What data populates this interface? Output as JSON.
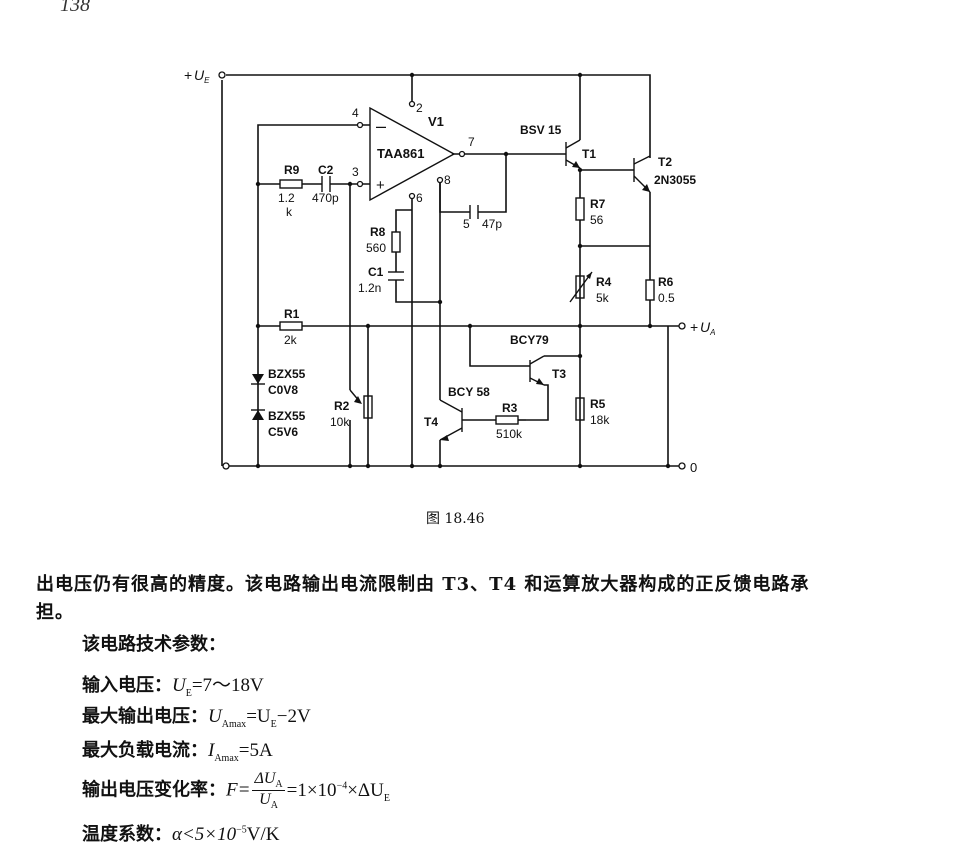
{
  "page_number": "138",
  "circuit": {
    "labels": {
      "ue": "U",
      "ue_sub": "E",
      "ua": "U",
      "ua_sub": "A",
      "ground": "0",
      "plus": "+",
      "minus": "–",
      "opamp": "TAA861",
      "v1": "V1",
      "pin2": "2",
      "pin3": "3",
      "pin4": "4",
      "pin5": "5",
      "pin6": "6",
      "pin7": "7",
      "pin8": "8",
      "r9": "R9",
      "r9_val_a": "1.2",
      "r9_val_b": "k",
      "c2": "C2",
      "c2_val": "470p",
      "r8": "R8",
      "r8_val": "560",
      "c1": "C1",
      "c1_val": "1.2n",
      "c47": "47p",
      "bsv15": "BSV 15",
      "t1": "T1",
      "t2": "T2",
      "t2_type": "2N3055",
      "r7": "R7",
      "r7_val": "56",
      "r4": "R4",
      "r4_val": "5k",
      "r6": "R6",
      "r6_val": "0.5",
      "r1": "R1",
      "r1_val": "2k",
      "bcy79": "BCY79",
      "t3": "T3",
      "bcy58": "BCY 58",
      "t4": "T4",
      "r3": "R3",
      "r3_val": "510k",
      "r5": "R5",
      "r5_val": "18k",
      "r2": "R2",
      "r2_val": "10k",
      "z1a": "BZX55",
      "z1b": "C0V8",
      "z2a": "BZX55",
      "z2b": "C5V6"
    }
  },
  "caption": "图 18.46",
  "text": {
    "para1": "出电压仍有很高的精度。该电路输出电流限制由 T3、T4 和运算放大器构成的正反馈电路承",
    "para2": "担。",
    "params_title": "该电路技术参数：",
    "p1_label": "输入电压：",
    "p1_expr": "U",
    "p1_sub": "E",
    "p1_rest": "=7～18V",
    "p2_label": "最大输出电压：",
    "p2_a": "U",
    "p2_a_sub": "Amax",
    "p2_mid": "=U",
    "p2_b_sub": "E",
    "p2_rest": "−2V",
    "p3_label": "最大负载电流：",
    "p3_a": "I",
    "p3_a_sub": "Amax",
    "p3_rest": "=5A",
    "p4_label": "输出电压变化率：",
    "p4_f": "F=",
    "p4_num": "ΔU",
    "p4_num_sub": "A",
    "p4_den": "U",
    "p4_den_sub": "A",
    "p4_rest": "=1×10",
    "p4_exp": "−4",
    "p4_tail": "×ΔU",
    "p4_tail_sub": "E",
    "p5_label": "温度系数：",
    "p5_a": "α<5×10",
    "p5_exp": "−5",
    "p5_rest": "V/K"
  }
}
